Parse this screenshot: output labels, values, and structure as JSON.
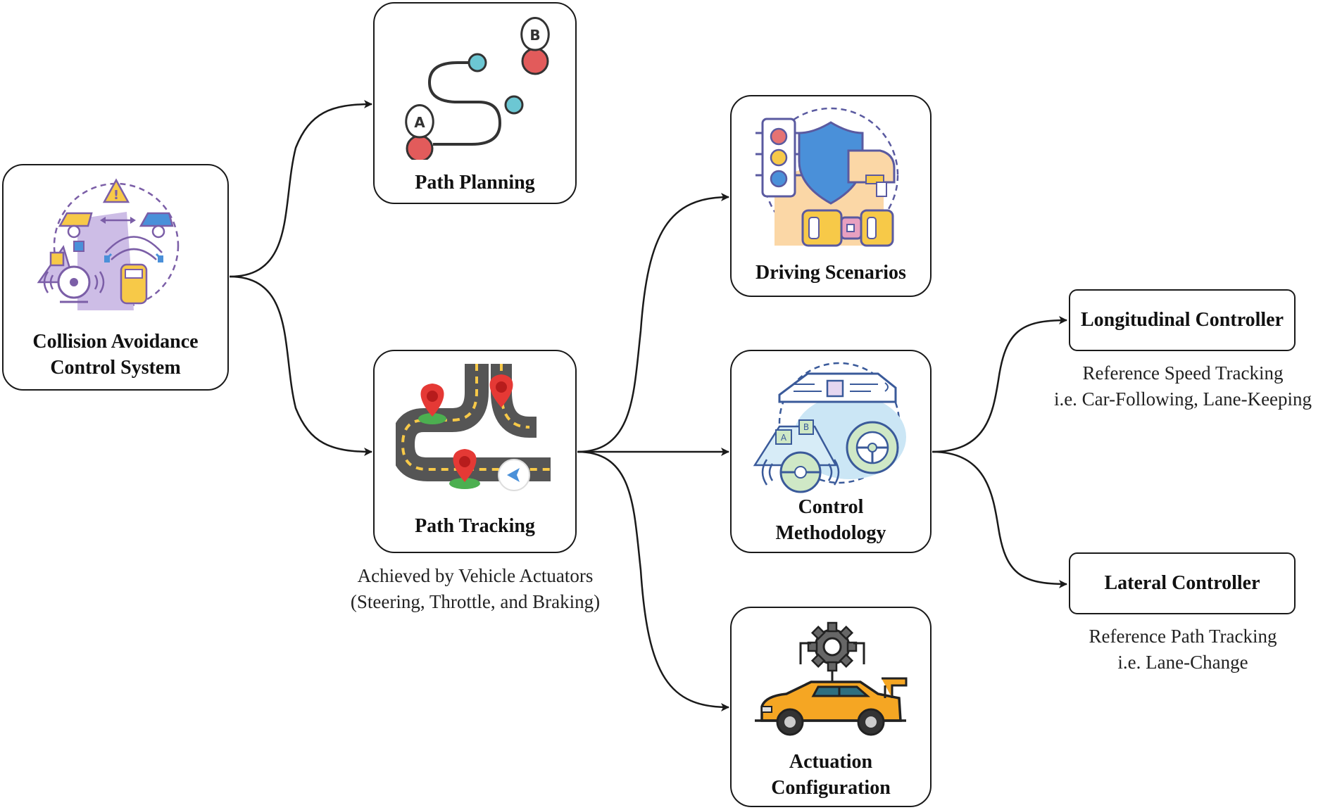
{
  "nodes": {
    "root": {
      "label_line1": "Collision Avoidance",
      "label_line2": "Control System",
      "icon": "collision-avoidance-icon"
    },
    "path_planning": {
      "label": "Path Planning",
      "icon": "route-a-to-b-icon",
      "marker_a": "A",
      "marker_b": "B"
    },
    "path_tracking": {
      "label": "Path Tracking",
      "icon": "winding-road-pins-icon"
    },
    "driving_scenarios": {
      "label": "Driving Scenarios",
      "icon": "traffic-light-shield-seatbelt-icon"
    },
    "control_methodology": {
      "label_line1": "Control",
      "label_line2": "Methodology",
      "icon": "car-steering-wheel-icon",
      "tag_a": "A",
      "tag_b": "B"
    },
    "actuation_configuration": {
      "label_line1": "Actuation",
      "label_line2": "Configuration",
      "icon": "sports-car-gear-icon"
    },
    "longitudinal": {
      "label": "Longitudinal Controller"
    },
    "lateral": {
      "label": "Lateral Controller"
    }
  },
  "notes": {
    "path_tracking": {
      "line1": "Achieved by Vehicle Actuators",
      "line2": "(Steering, Throttle, and Braking)"
    },
    "longitudinal": {
      "line1": "Reference Speed Tracking",
      "line2": "i.e. Car-Following, Lane-Keeping"
    },
    "lateral": {
      "line1": "Reference Path Tracking",
      "line2": "i.e. Lane-Change"
    }
  },
  "edges": [
    {
      "from": "Collision Avoidance Control System",
      "to": "Path Planning"
    },
    {
      "from": "Collision Avoidance Control System",
      "to": "Path Tracking"
    },
    {
      "from": "Path Tracking",
      "to": "Driving Scenarios"
    },
    {
      "from": "Path Tracking",
      "to": "Control Methodology"
    },
    {
      "from": "Path Tracking",
      "to": "Actuation Configuration"
    },
    {
      "from": "Control Methodology",
      "to": "Longitudinal Controller"
    },
    {
      "from": "Control Methodology",
      "to": "Lateral Controller"
    }
  ],
  "colors": {
    "stroke": "#1a1a1a",
    "purple": "#7b5ea7",
    "lavender": "#cdbde6",
    "yellow": "#f7c948",
    "blue": "#4a90d9",
    "red": "#e25b5b",
    "teal": "#6cc7d3",
    "orange": "#f5a623",
    "green": "#4caf50",
    "gray": "#666666"
  }
}
